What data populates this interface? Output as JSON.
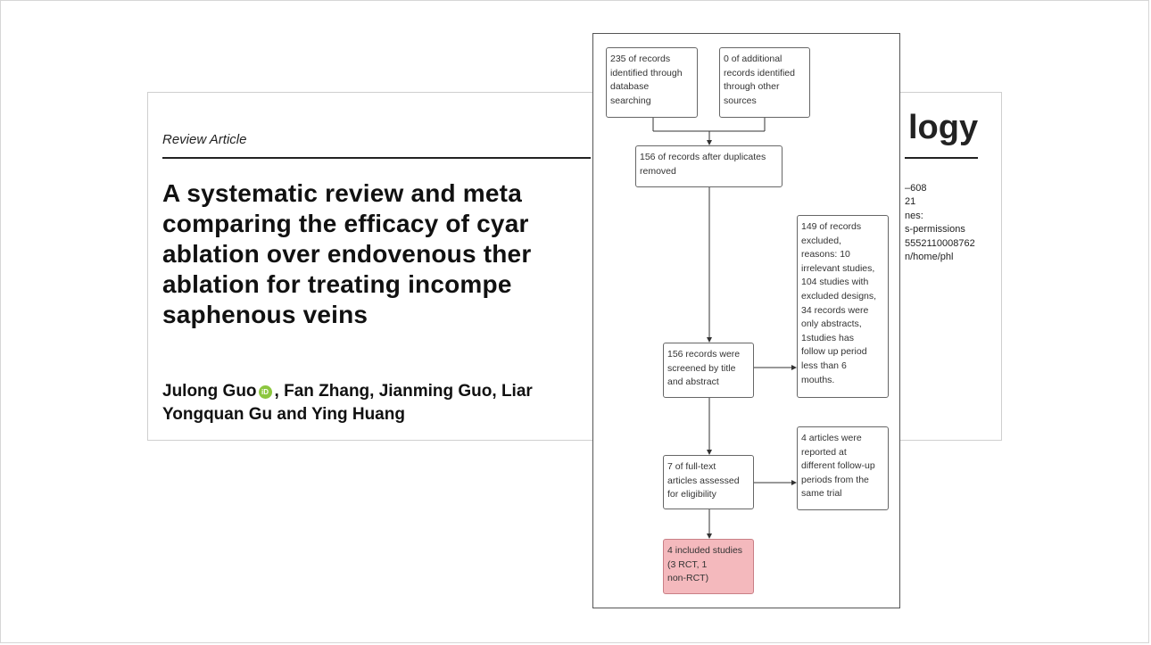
{
  "paper": {
    "label": "Review Article",
    "title": "A systematic review and meta-analysis comparing the efficacy of cyanoacrylate ablation over endovenous thermal ablation for treating incompetent saphenous veins",
    "title_lines": [
      "A systematic review and meta",
      "comparing the efficacy of cyar",
      "ablation over endovenous ther",
      "ablation for treating incompe",
      "saphenous veins"
    ],
    "authors_line1_a": "Julong Guo",
    "orcid_badge": "iD",
    "authors_line1_b": ", Fan Zhang, Jianming Guo, Liar",
    "authors_line2": "Yongquan Gu and Ying Huang",
    "journal_word": "logy",
    "meta_lines": [
      "–608",
      "21",
      "nes:",
      "s-permissions",
      "5552110008762",
      "n/home/phl"
    ]
  },
  "flow": {
    "nodes": {
      "identified_database": "235 of records\nidentified through\ndatabase\nsearching",
      "identified_other": "0 of additional\nrecords identified\nthrough other\nsources",
      "after_duplicates": "156 of records after duplicates\nremoved",
      "excluded": "149 of records\nexcluded,\nreasons: 10\nirrelevant studies,\n104 studies with\nexcluded designs,\n34 records were\nonly abstracts,\n1studies has\nfollow up period\nless than 6\nmouths.",
      "screened": "156 records were\nscreened by title\nand abstract",
      "reported_periods": "4 articles were\nreported at\ndifferent follow-up\nperiods from the\nsame trial",
      "full_text": "7 of full-text\narticles assessed\nfor eligibility",
      "included": "4 included studies\n(3 RCT, 1\nnon-RCT)"
    },
    "colors": {
      "included_fill": "#f4b9bd",
      "box_border": "#666666"
    }
  }
}
